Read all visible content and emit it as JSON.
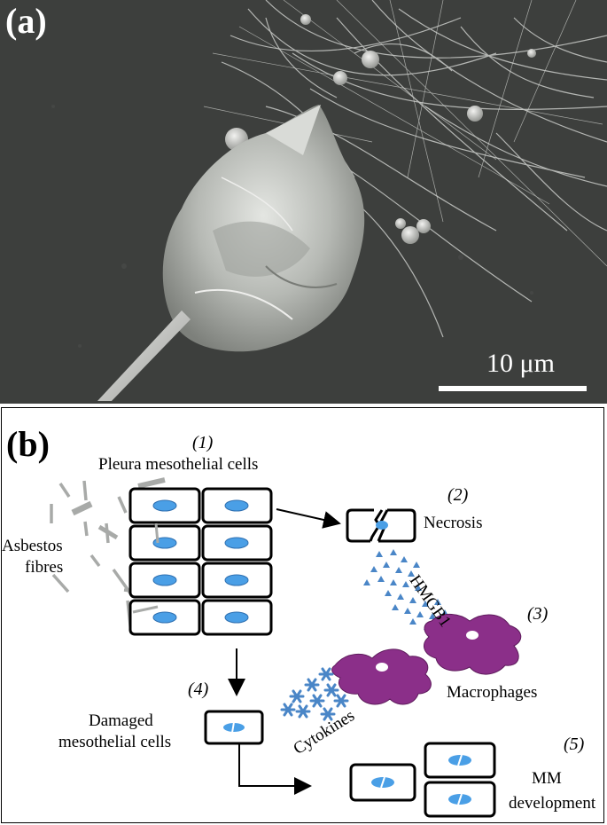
{
  "panel_a": {
    "label": "(a)",
    "scale_bar": "10 μm",
    "colors": {
      "background": "#3d3f3d",
      "cell": "#c9cbc8",
      "scale_bar": "#ffffff"
    }
  },
  "panel_b": {
    "label": "(b)",
    "steps": [
      "(1)",
      "(2)",
      "(3)",
      "(4)",
      "(5)"
    ],
    "labels": {
      "pleura": "Pleura mesothelial cells",
      "asbestos_1": "Asbestos",
      "asbestos_2": "fibres",
      "necrosis": "Necrosis",
      "hmgb1": "HMGB1",
      "macrophages": "Macrophages",
      "cytokines": "Cytokines",
      "damaged_1": "Damaged",
      "damaged_2": "mesothelial cells",
      "mm_1": "MM",
      "mm_2": "development"
    },
    "colors": {
      "nucleus": "#4a9fe6",
      "macrophage": "#8b2f89",
      "fibre": "#a8aaa8",
      "triangle": "#4a86c7",
      "cytokine": "#4a86c7",
      "outline": "#000000"
    }
  }
}
